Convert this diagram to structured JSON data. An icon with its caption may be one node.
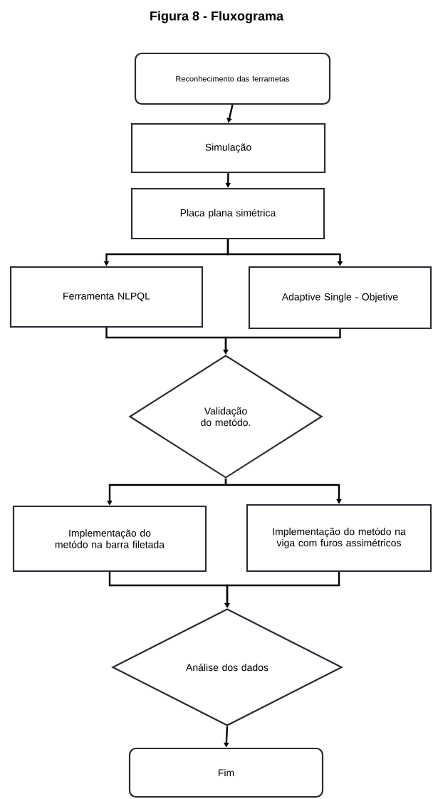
{
  "diagram": {
    "title": "Figura 8 - Fluxograma",
    "nodes": [
      {
        "text": [
          "Reconhecimento das ferrametas"
        ]
      },
      {
        "text": [
          "Simulação"
        ]
      },
      {
        "text": [
          "Placa plana simétrica"
        ]
      },
      {
        "text": [
          "Ferramenta NLPQL"
        ]
      },
      {
        "text": [
          "Adaptive Single - Objetive"
        ]
      },
      {
        "text": [
          "Validação do metódo."
        ]
      },
      {
        "text": [
          "Implementação do metódo na barra filetada"
        ]
      },
      {
        "text": [
          "Implementação do metódo na viga com furos assimétricos"
        ]
      },
      {
        "text": [
          "Análise dos dados"
        ]
      },
      {
        "text": [
          "Fim"
        ]
      }
    ],
    "edges": [
      {
        "from": 0,
        "to": 1,
        "arrow": "to"
      },
      {
        "from": 1,
        "to": 2,
        "arrow": "to"
      },
      {
        "from": 2,
        "to": 3,
        "arrow": "to"
      },
      {
        "from": 2,
        "to": 4,
        "arrow": "to"
      },
      {
        "from": 3,
        "to": 5,
        "arrow": "to"
      },
      {
        "from": 4,
        "to": 5,
        "arrow": "to"
      },
      {
        "from": 5,
        "to": 6,
        "arrow": "to"
      },
      {
        "from": 5,
        "to": 7,
        "arrow": "to"
      },
      {
        "from": 6,
        "to": 8,
        "arrow": "to"
      },
      {
        "from": 7,
        "to": 8,
        "arrow": "to"
      },
      {
        "from": 8,
        "to": 9,
        "arrow": "to"
      }
    ]
  }
}
